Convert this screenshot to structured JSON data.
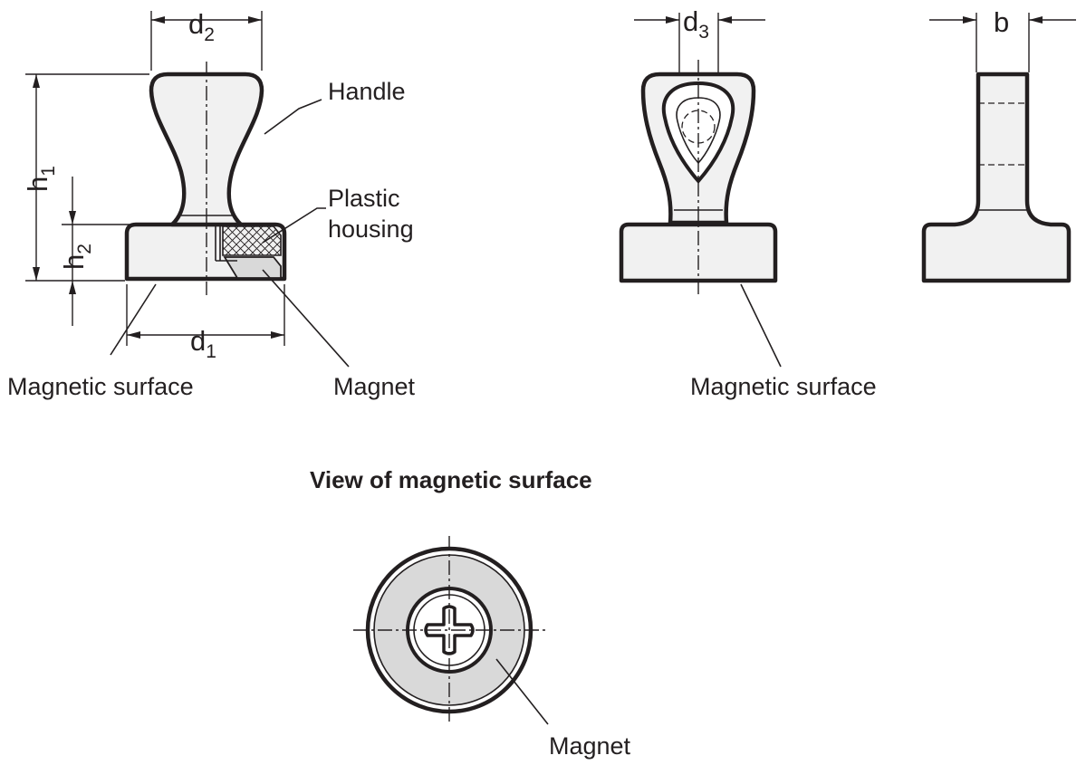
{
  "labels": {
    "handle": "Handle",
    "plastic_housing_line1": "Plastic",
    "plastic_housing_line2": "housing",
    "magnetic_surface_left": "Magnetic surface",
    "magnet_left": "Magnet",
    "magnetic_surface_right": "Magnetic surface",
    "view_title": "View of magnetic surface",
    "magnet_bottom": "Magnet"
  },
  "dimensions": {
    "d1": {
      "base": "d",
      "sub": "1"
    },
    "d2": {
      "base": "d",
      "sub": "2"
    },
    "d3": {
      "base": "d",
      "sub": "3"
    },
    "h1": {
      "base": "h",
      "sub": "1"
    },
    "h2": {
      "base": "h",
      "sub": "2"
    },
    "b": {
      "base": "b",
      "sub": ""
    }
  },
  "colors": {
    "line": "#231f20",
    "body_fill": "#f1f1f1",
    "magnet_fill": "#d9d9d9",
    "background": "#ffffff"
  },
  "icons": {
    "plastic_housing_hatch": "crosshatch-pattern",
    "screw_head": "phillips-cross"
  }
}
